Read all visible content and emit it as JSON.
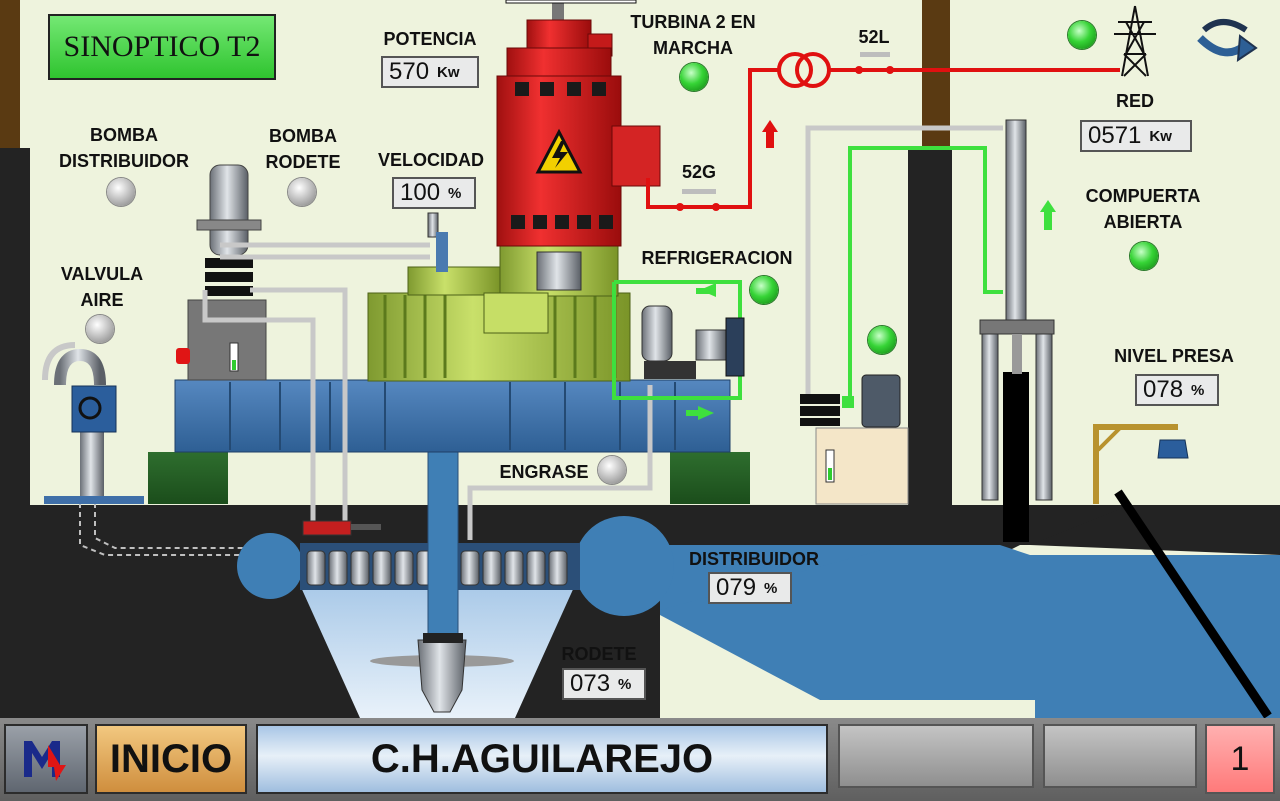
{
  "title": "SINOPTICO T2",
  "potencia": {
    "label": "POTENCIA",
    "value": "570",
    "unit": "Kw"
  },
  "velocidad": {
    "label": "VELOCIDAD",
    "value": "100",
    "unit": "%"
  },
  "red": {
    "label": "RED",
    "value": "0571",
    "unit": "Kw"
  },
  "distribuidor": {
    "label": "DISTRIBUIDOR",
    "value": "079",
    "unit": "%"
  },
  "rodete": {
    "label": "RODETE",
    "value": "073",
    "unit": "%"
  },
  "nivel_presa": {
    "label": "NIVEL PRESA",
    "value": "078",
    "unit": "%"
  },
  "labels": {
    "turbina_marcha": "TURBINA 2 EN\nMARCHA",
    "bomba_distribuidor": "BOMBA\nDISTRIBUIDOR",
    "bomba_rodete": "BOMBA\nRODETE",
    "valvula_aire": "VALVULA\nAIRE",
    "refrigeracion": "REFRIGERACION",
    "compuerta_abierta": "COMPUERTA\nABIERTA",
    "engrase": "ENGRASE",
    "breaker_52g": "52G",
    "breaker_52l": "52L"
  },
  "status": {
    "turbina_marcha": "on",
    "red": "on",
    "refrigeracion": "on",
    "compuerta_abierta": "on",
    "hydraulic_unit": "on",
    "bomba_distribuidor": "off",
    "bomba_rodete": "off",
    "valvula_aire": "off",
    "engrase": "off"
  },
  "colors": {
    "background": "#eef3dd",
    "ground": "#222222",
    "water": "#3f7fb5",
    "power_line": "#e01010",
    "signal_line": "#3ee03e",
    "generator": "#d42020",
    "turbine_body": "#a8c24e",
    "base_frame": "#3a6ea5"
  },
  "footer": {
    "home_label": "INICIO",
    "plant_name": "C.H.AGUILAREJO",
    "page_number": "1"
  }
}
